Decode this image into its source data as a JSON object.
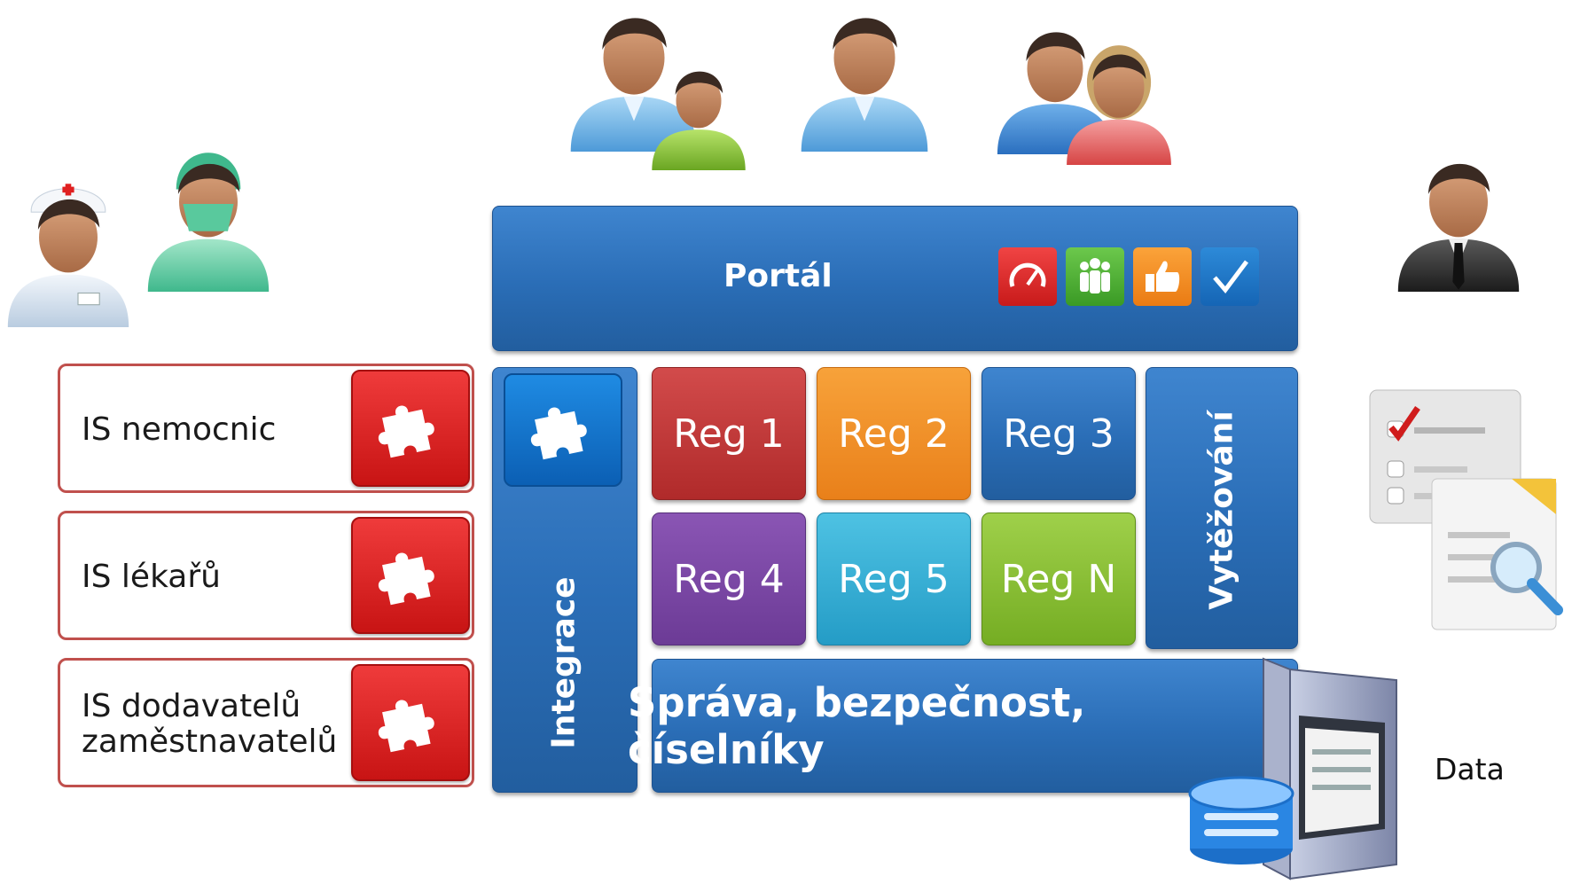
{
  "portal": {
    "label": "Portál",
    "icons": [
      "dashboard-icon",
      "group-icon",
      "thumbs-up-icon",
      "checkmark-icon"
    ]
  },
  "registries": [
    "Reg 1",
    "Reg 2",
    "Reg 3",
    "Reg 4",
    "Reg 5",
    "Reg N"
  ],
  "integration": {
    "label": "Integrace"
  },
  "mining": {
    "label": "Vytěžování"
  },
  "admin": {
    "label": "Správa, bezpečnost, číselníky"
  },
  "external_systems": [
    {
      "label": "IS nemocnic"
    },
    {
      "label": "IS lékařů"
    },
    {
      "label": "IS dodavatelů zaměstnavatelů",
      "line1": "IS dodavatelů",
      "line2": "zaměstnavatelů"
    }
  ],
  "data_label": "Data",
  "colors": {
    "blue": "#2a6db6",
    "red": "#c0504d",
    "orange": "#e9801a",
    "purple": "#6c3b96",
    "cyan": "#249cc6",
    "green": "#75ad23"
  }
}
